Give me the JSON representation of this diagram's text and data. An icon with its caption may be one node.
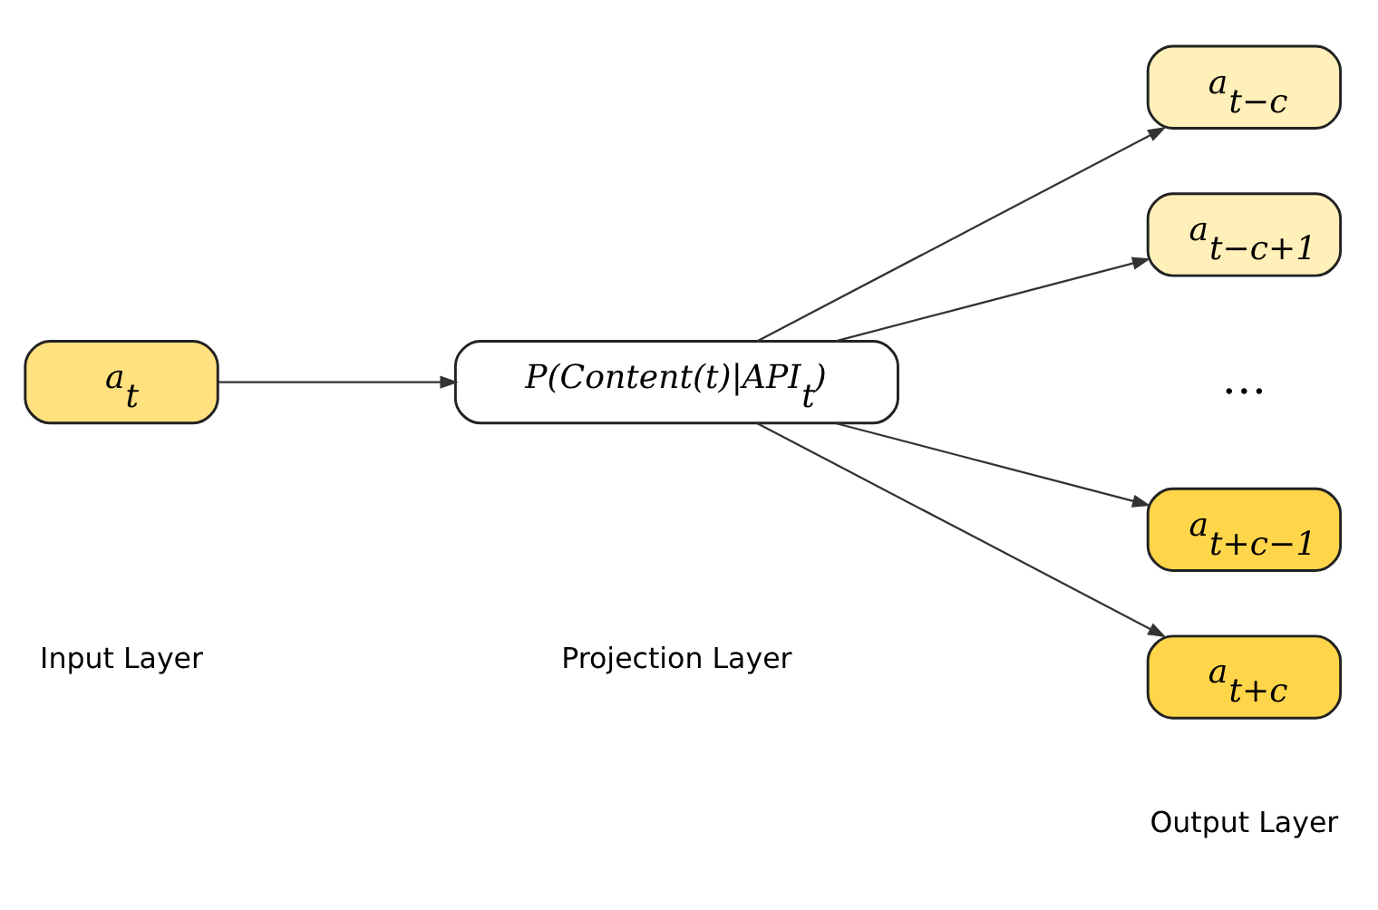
{
  "diagram": {
    "nodes": [
      {
        "text": [
          "a$_{t}$"
        ]
      },
      {
        "text": [
          "P(Content(t)|API$_{t}$)"
        ]
      },
      {
        "text": [
          "a$_{t−c}$"
        ]
      },
      {
        "text": [
          "a$_{t−c+1}$"
        ]
      },
      {
        "text": [
          "a$_{t+c−1}$"
        ]
      },
      {
        "text": [
          "a$_{t+c}$"
        ]
      }
    ],
    "edges": [
      {
        "from": 0,
        "to": 1,
        "arrow": "to"
      },
      {
        "from": 1,
        "to": 2,
        "arrow": "to"
      },
      {
        "from": 1,
        "to": 3,
        "arrow": "to"
      },
      {
        "from": 1,
        "to": 4,
        "arrow": "to"
      },
      {
        "from": 1,
        "to": 5,
        "arrow": "to"
      }
    ],
    "labels": [
      "…",
      "Input Layer",
      "Projection Layer",
      "Output Layer"
    ]
  }
}
